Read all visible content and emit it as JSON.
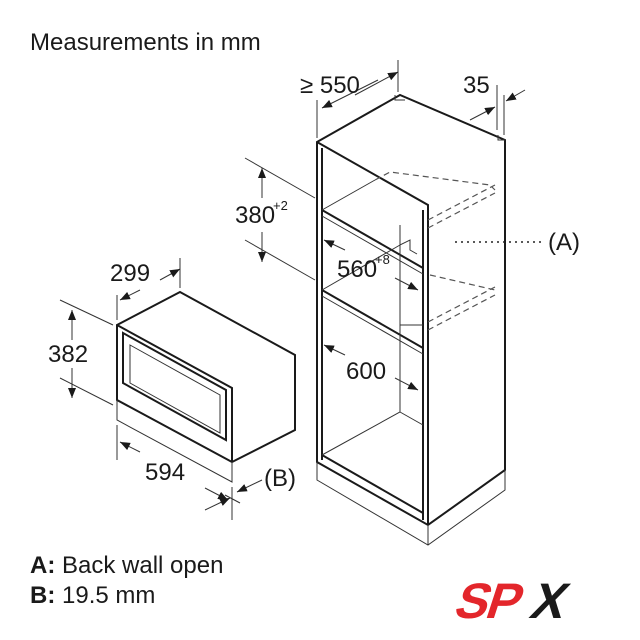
{
  "title": "Measurements in mm",
  "dimensions": {
    "cabinet_depth": "≥ 550",
    "back_gap": "35",
    "niche_height": "380",
    "niche_height_tol": "+2",
    "niche_width": "560",
    "niche_width_tol": "+8",
    "cabinet_inner_width": "600",
    "marker_a": "(A)",
    "appliance_depth": "299",
    "appliance_height": "382",
    "appliance_width": "594",
    "marker_b": "(B)"
  },
  "legend": [
    {
      "key": "A:",
      "text": "Back wall open"
    },
    {
      "key": "B:",
      "text": "19.5 mm"
    }
  ],
  "logo": {
    "text": "SPX",
    "colors": {
      "sp": "#e3262b",
      "x": "#1a1a1a"
    }
  }
}
